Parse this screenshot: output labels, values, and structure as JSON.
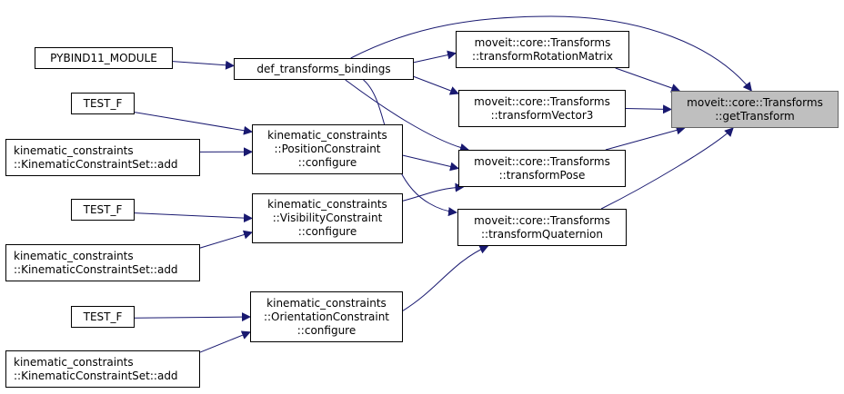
{
  "colors": {
    "edge": "#191970",
    "root_fill": "#bfbfbf",
    "node_border": "#000000"
  },
  "nodes": {
    "pybind": {
      "lines": [
        "PYBIND11_MODULE"
      ]
    },
    "def_bind": {
      "lines": [
        "def_transforms_bindings"
      ]
    },
    "test1": {
      "lines": [
        "TEST_F"
      ]
    },
    "kcs1": {
      "lines": [
        "kinematic_constraints",
        "::KinematicConstraintSet::add"
      ]
    },
    "pos": {
      "lines": [
        "kinematic_constraints",
        "::PositionConstraint",
        "::configure"
      ]
    },
    "test2": {
      "lines": [
        "TEST_F"
      ]
    },
    "vis": {
      "lines": [
        "kinematic_constraints",
        "::VisibilityConstraint",
        "::configure"
      ]
    },
    "kcs2": {
      "lines": [
        "kinematic_constraints",
        "::KinematicConstraintSet::add"
      ]
    },
    "test3": {
      "lines": [
        "TEST_F"
      ]
    },
    "ori": {
      "lines": [
        "kinematic_constraints",
        "::OrientationConstraint",
        "::configure"
      ]
    },
    "kcs3": {
      "lines": [
        "kinematic_constraints",
        "::KinematicConstraintSet::add"
      ]
    },
    "rotmat": {
      "lines": [
        "moveit::core::Transforms",
        "::transformRotationMatrix"
      ]
    },
    "vec3": {
      "lines": [
        "moveit::core::Transforms",
        "::transformVector3"
      ]
    },
    "pose": {
      "lines": [
        "moveit::core::Transforms",
        "::transformPose"
      ]
    },
    "quat": {
      "lines": [
        "moveit::core::Transforms",
        "::transformQuaternion"
      ]
    },
    "root": {
      "lines": [
        "moveit::core::Transforms",
        "::getTransform"
      ]
    }
  },
  "edges": [
    [
      "pybind",
      "def_bind"
    ],
    [
      "test1",
      "pos"
    ],
    [
      "kcs1",
      "pos"
    ],
    [
      "test2",
      "vis"
    ],
    [
      "kcs2",
      "vis"
    ],
    [
      "test3",
      "ori"
    ],
    [
      "kcs3",
      "ori"
    ],
    [
      "def_bind",
      "root"
    ],
    [
      "def_bind",
      "rotmat"
    ],
    [
      "def_bind",
      "vec3"
    ],
    [
      "def_bind",
      "pose"
    ],
    [
      "def_bind",
      "quat"
    ],
    [
      "pos",
      "pose"
    ],
    [
      "vis",
      "pose"
    ],
    [
      "ori",
      "quat"
    ],
    [
      "rotmat",
      "root"
    ],
    [
      "vec3",
      "root"
    ],
    [
      "pose",
      "root"
    ],
    [
      "quat",
      "root"
    ]
  ]
}
